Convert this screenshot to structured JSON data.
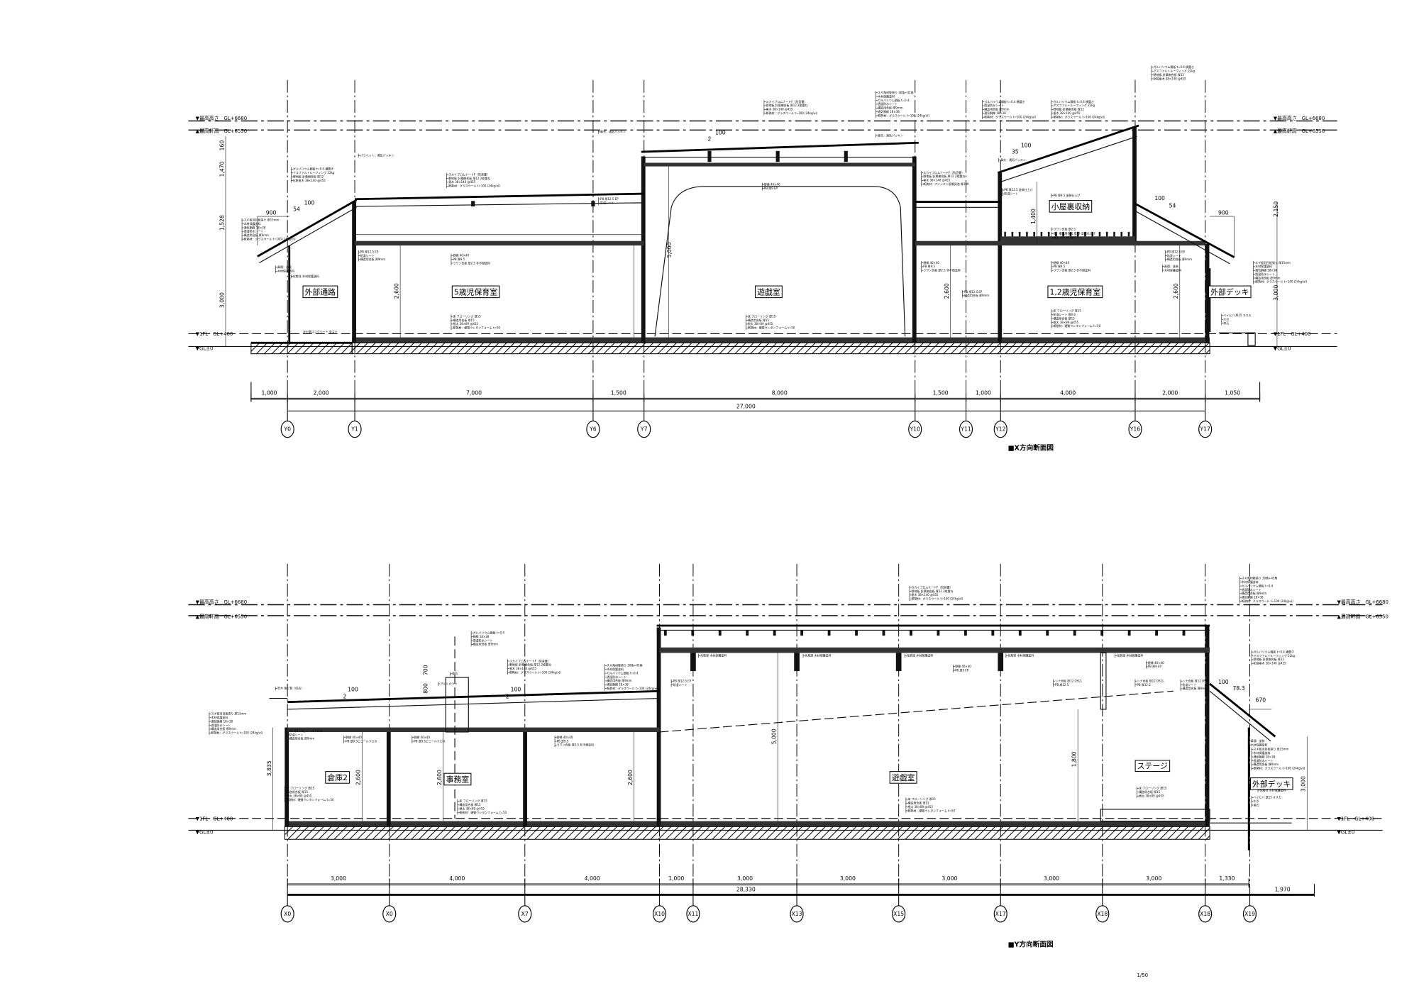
{
  "sheet": {
    "scale": "1/50"
  },
  "levels": {
    "max_height": "▼最高高さ　GL+6680",
    "max_eave": "▲最高軒高　GL+6550",
    "fl1": "▼1FL　GL+400",
    "gl": "▼GL±0"
  },
  "x_section": {
    "title": "■X方向断面図",
    "grids": [
      "Y0",
      "Y1",
      "Y6",
      "Y7",
      "Y10",
      "Y11",
      "Y12",
      "Y16",
      "Y17"
    ],
    "spans": [
      "1,000",
      "2,000",
      "7,000",
      "1,500",
      "8,000",
      "1,500",
      "1,000",
      "4,000",
      "2,000",
      "1,050"
    ],
    "total": "27,000",
    "rooms": [
      "外部通路",
      "5歳児保育室",
      "遊戯室",
      "1,2歳児保育室",
      "外部デッキ",
      "小屋裏収納"
    ],
    "heights": [
      "160",
      "1,470",
      "1,528",
      "3,000",
      "2,600",
      "5,000",
      "2,600",
      "1,400",
      "2,600",
      "2,150",
      "3,000",
      "900",
      "900",
      "100",
      "54",
      "100",
      "2",
      "100",
      "35",
      "100",
      "54"
    ],
    "notes": {
      "roof_eave": [
        "ガルバリウム鋼板 t=0.4 横葺き",
        "アスファルトルーフィング 22kg",
        "野地板 針葉樹合板 厚12",
        "化粧垂木 38×140 @455"
      ],
      "parapet": [
        "パラペット：通気パッキン"
      ],
      "roof_5": [
        "スカイプロムナードF（防音畳）",
        "野地板 針葉樹合板 厚12 2枚重ね",
        "垂木 38×140 @455",
        "断熱材：グラスウール t=100 (24kg/㎥)"
      ],
      "ext_wall": [
        "スギ板羽目板張り 厚15mm",
        "木材保護塗料",
        "通気胴縁 18×38",
        "透湿防水シート",
        "構造用合板 厚9mm",
        "断熱材：グラスウール t=100 (24kg/㎥)"
      ],
      "fascia": [
        "鼻隠：塗装",
        "木材保護塗料"
      ],
      "column": [
        "化粧柱 木材保護塗料"
      ],
      "slab": [
        "土間コンクリート 金ゴテ"
      ],
      "int_wall": [
        "PB 厚12.5 EP",
        "防湿シート",
        "構造用合板 厚9mm"
      ],
      "ceiling_5": [
        "野縁 40×40",
        "PB 厚9.5",
        "ラワン合板 厚2.5 非不燃塗料"
      ],
      "floor_5": [
        "床 フローリング 厚15",
        "構造用合板 厚15",
        "根太 38×89 @455",
        "断熱材：硬質ウレタンフォーム t=50"
      ],
      "edge_hall": [
        "鼻先：通気パッキン"
      ],
      "roof_hall": [
        "スカイプロムナードF（防音畳）",
        "野地板 針葉樹合板 厚12 2枚重ね",
        "垂木 38×140 @455",
        "断熱材：グラスウール t=100 (24kg/㎥)"
      ],
      "ceiling_hall": [
        "野縁 40×40",
        "PB 厚9 EP"
      ],
      "wall_hall": [
        "PB 厚12.5 EP",
        "防湿シート"
      ],
      "floor_hall": [
        "床 フローリング 厚15",
        "構造用合板 厚15",
        "根太 38×89 @455",
        "断熱材：硬質ウレタンフォーム t=50"
      ],
      "clad_top": [
        "スギ角材竪張り 30角+45角",
        "木材保護塗料",
        "ガルバリウム鋼板 t=0.4",
        "透湿防水シート",
        "構造用合板 厚9mm",
        "通気胴縁 18×38",
        "断熱材：グラスウール t=100 (24kg/㎥)"
      ],
      "edge_hall2": [
        "鼻先：通気パッキン"
      ],
      "roof_mid": [
        "スカイプロムナードF（防音畳）",
        "野地板 針葉樹合板 厚12 2枚重ね",
        "垂木 38×140 @455",
        "断熱材：アイシネン現場発泡 厚100"
      ],
      "ceiling_mid": [
        "野縁 40×40",
        "PB 厚9.5",
        "ラワン合板 厚2.5 非不燃塗料"
      ],
      "wall_mid": [
        "PB 厚12.5 EP",
        "構造用合板 厚9mm"
      ],
      "roof_loft": [
        "ガルバリウム鋼板 t=0.4 横葺き",
        "透湿防水シート",
        "構造用合板 厚9mm",
        "通気胴縁 18×38",
        "断熱材：グラスウール t=100 (24kg/㎥)"
      ],
      "roof_loft2": [
        "ガルバリウム鋼板 t=0.4 横葺き",
        "アスファルトルーフィング 22kg",
        "野地板 針葉樹合板 厚12",
        "垂木 38×140 @455",
        "断熱材：グラスウール t=100 (24kg/㎥)"
      ],
      "edge_loft": [
        "鼻先：通気パッキン"
      ],
      "loft_ceiling": [
        "PB 厚9.5 塗装仕上げ"
      ],
      "loft_wall": [
        "PB 厚12.5 塗装仕上げ",
        "防湿シート"
      ],
      "loft_lauan": [
        "ラワン合板 厚2.5"
      ],
      "loft_floor": [
        "床：構造用合板 厚15 塗装仕上げ",
        "根太 38×89 @455"
      ],
      "ceiling_12": [
        "野縁 40×40",
        "PB 厚9.5",
        "ラワン合板 厚2.5 非不燃塗料"
      ],
      "floor_12": [
        "床 フローリング 厚15",
        "防湿シート 厚0.6",
        "構造用合板 厚15",
        "根太 38×89 @455",
        "断熱材：硬質ウレタンフォーム t=50"
      ],
      "roof_deck": [
        "ガルバリウム鋼板 t=0.4 横葺き",
        "アスファルトルーフィング 22kg",
        "野地板 針葉樹合板 厚12",
        "化粧垂木 38×140 @455"
      ],
      "wall_right": [
        "PB 厚12.5 EP",
        "防湿シート",
        "構造用合板 厚9mm"
      ],
      "fascia_right": [
        "鼻隠：塗装",
        "木材保護塗料"
      ],
      "ext_wall_right": [
        "スギ板羽目板張り 厚15mm",
        "木材保護塗料",
        "通気胴縁 18×38",
        "透湿防水シート",
        "構造用合板 厚9mm",
        "断熱材：グラスウール t=100 (24kg/㎥)"
      ],
      "deck": [
        "ベイヒバ 厚15 オスモ",
        "大引",
        "束石"
      ]
    }
  },
  "y_section": {
    "title": "■Y方向断面図",
    "grids": [
      "X0",
      "X0",
      "X7",
      "X10",
      "X11",
      "X13",
      "X15",
      "X17",
      "X18",
      "X18",
      "X19"
    ],
    "spans": [
      "3,000",
      "4,000",
      "4,000",
      "1,000",
      "3,000",
      "3,000",
      "3,000",
      "3,000",
      "3,000",
      "1,330"
    ],
    "total": "28,330",
    "extra": "1,970",
    "rooms": [
      "倉庫2",
      "事務室",
      "遊戯室",
      "ステージ",
      "外部デッキ"
    ],
    "heights": [
      "3,835",
      "2,600",
      "2,600",
      "2,600",
      "5,000",
      "1,800",
      "3,000",
      "670",
      "700",
      "800",
      "100",
      "2",
      "100",
      "2",
      "100",
      "78.3"
    ],
    "notes": {
      "coping": [
        "笠木 塩ビ製（成品）"
      ],
      "ext_wall": [
        "スギ板羽目板張り 厚15mm",
        "木材保護塗料",
        "通気胴縁 18×38",
        "透湿防水シート",
        "構造用合板 厚9mm",
        "断熱材：グラスウール t=100 (24kg/㎥)"
      ],
      "int_wall": [
        "PB 厚12.5ビニールクロス",
        "防湿シート",
        "構造用合板 厚9mm"
      ],
      "ceiling_store": [
        "野縁 40×40",
        "PB 厚9.5ビニールクロス"
      ],
      "ceiling_office": [
        "野縁 40×40",
        "PB 厚9.5ビニールクロス"
      ],
      "floor_store": [
        "床 フローリング 厚15",
        "構造用合板 厚15",
        "根太 38×89 @455",
        "断熱材：硬質ウレタンフォーム t=50"
      ],
      "floor_office": [
        "床 フローリング 厚15",
        "構造用合板 厚15",
        "根太 38×89 @455",
        "断熱材：硬質ウレタンフォーム t=50"
      ],
      "chimney": [
        "ガルバリウム鋼板 t=0.4",
        "胴縁 18×38",
        "透湿防水シート",
        "構造用合板 厚9mm"
      ],
      "vent": [
        "換気"
      ],
      "louver": [
        "アルミガラリ"
      ],
      "roof_low": [
        "スカイプロムナードF（防音畳）",
        "野地板 針葉樹合板 厚12 2枚重ね",
        "垂木 38×140 @455",
        "断熱材：グラスウール t=100 (24kg/㎥)"
      ],
      "ceiling_low": [
        "野縁 40×40",
        "PB 厚9.5",
        "ラワン合板 厚2.5 非不燃塗料"
      ],
      "clad_step": [
        "スギ角材竪張り 30角+45角",
        "木材保護塗料",
        "ガルバリウム鋼板 t=0.4",
        "透湿防水シート",
        "構造用合板 厚9mm",
        "通気胴縁 18×38",
        "断熱材：グラスウール t=100 (24kg/㎥)"
      ],
      "wall_step": [
        "PB 厚12.5 EP",
        "防湿シート"
      ],
      "roof_hall": [
        "スカイプロムナードF（防音畳）",
        "野地板 針葉樹合板 厚12 2枚重ね",
        "垂木 38×140 @455",
        "断熱材：グラスウール t=100 (24kg/㎥)"
      ],
      "beam1": [
        "化粧梁 木材保護塗料"
      ],
      "beam2": [
        "化粧梁 木材保護塗料"
      ],
      "beam3": [
        "化粧梁 木材保護塗料"
      ],
      "beam4": [
        "化粧梁 木材保護塗料"
      ],
      "beam5": [
        "化粧梁 木材保護塗料"
      ],
      "ceiling_hall": [
        "野縁 40×40",
        "PB 厚9 EP"
      ],
      "ceiling_stage": [
        "野縁 40×40",
        "PB 厚9 EP"
      ],
      "stage_wall1": [
        "シナ合板 厚12 OSCL",
        "PB 厚12.5"
      ],
      "stage_wall2": [
        "シナ合板 厚12 OSCL",
        "PB 厚12.5"
      ],
      "stage_wall3": [
        "シナ合板 厚12 OSCL",
        "防湿シート",
        "構造用合板 厚9mm"
      ],
      "floor_hall": [
        "床 フローリング 厚15",
        "構造用合板 厚15",
        "根太 38×89 @455",
        "断熱材：硬質ウレタンフォーム t=50"
      ],
      "floor_stage": [
        "床 フローリング 厚15",
        "構造用合板 厚15",
        "根太 38×89 @455"
      ],
      "clad_right": [
        "スギ角材竪張り 30角+45角",
        "木材保護塗料",
        "ガルバリウム鋼板 t=0.4",
        "透湿防水シート",
        "構造用合板 厚9mm",
        "通気胴縁 18×38",
        "断熱材：グラスウール t=100 (24kg/㎥)"
      ],
      "roof_deck": [
        "ガルバリウム鋼板 t=0.4 横葺き",
        "アスファルトルーフィング 22kg",
        "野地板 針葉樹合板 厚12",
        "化粧垂木 38×140 @455"
      ],
      "fascia": [
        "鼻隠：塗装",
        "木材保護塗料"
      ],
      "ext_wall_right": [
        "スギ板羽目板張り 厚15mm",
        "木材保護塗料",
        "通気胴縁 18×38",
        "透湿防水シート",
        "構造用合板 厚9mm",
        "断熱材：グラスウール t=100 (24kg/㎥)"
      ],
      "column": [
        "化粧柱 木材保護塗料"
      ],
      "deck": [
        "ベイヒバ 厚15 オスモ",
        "大引",
        "束石"
      ]
    }
  }
}
